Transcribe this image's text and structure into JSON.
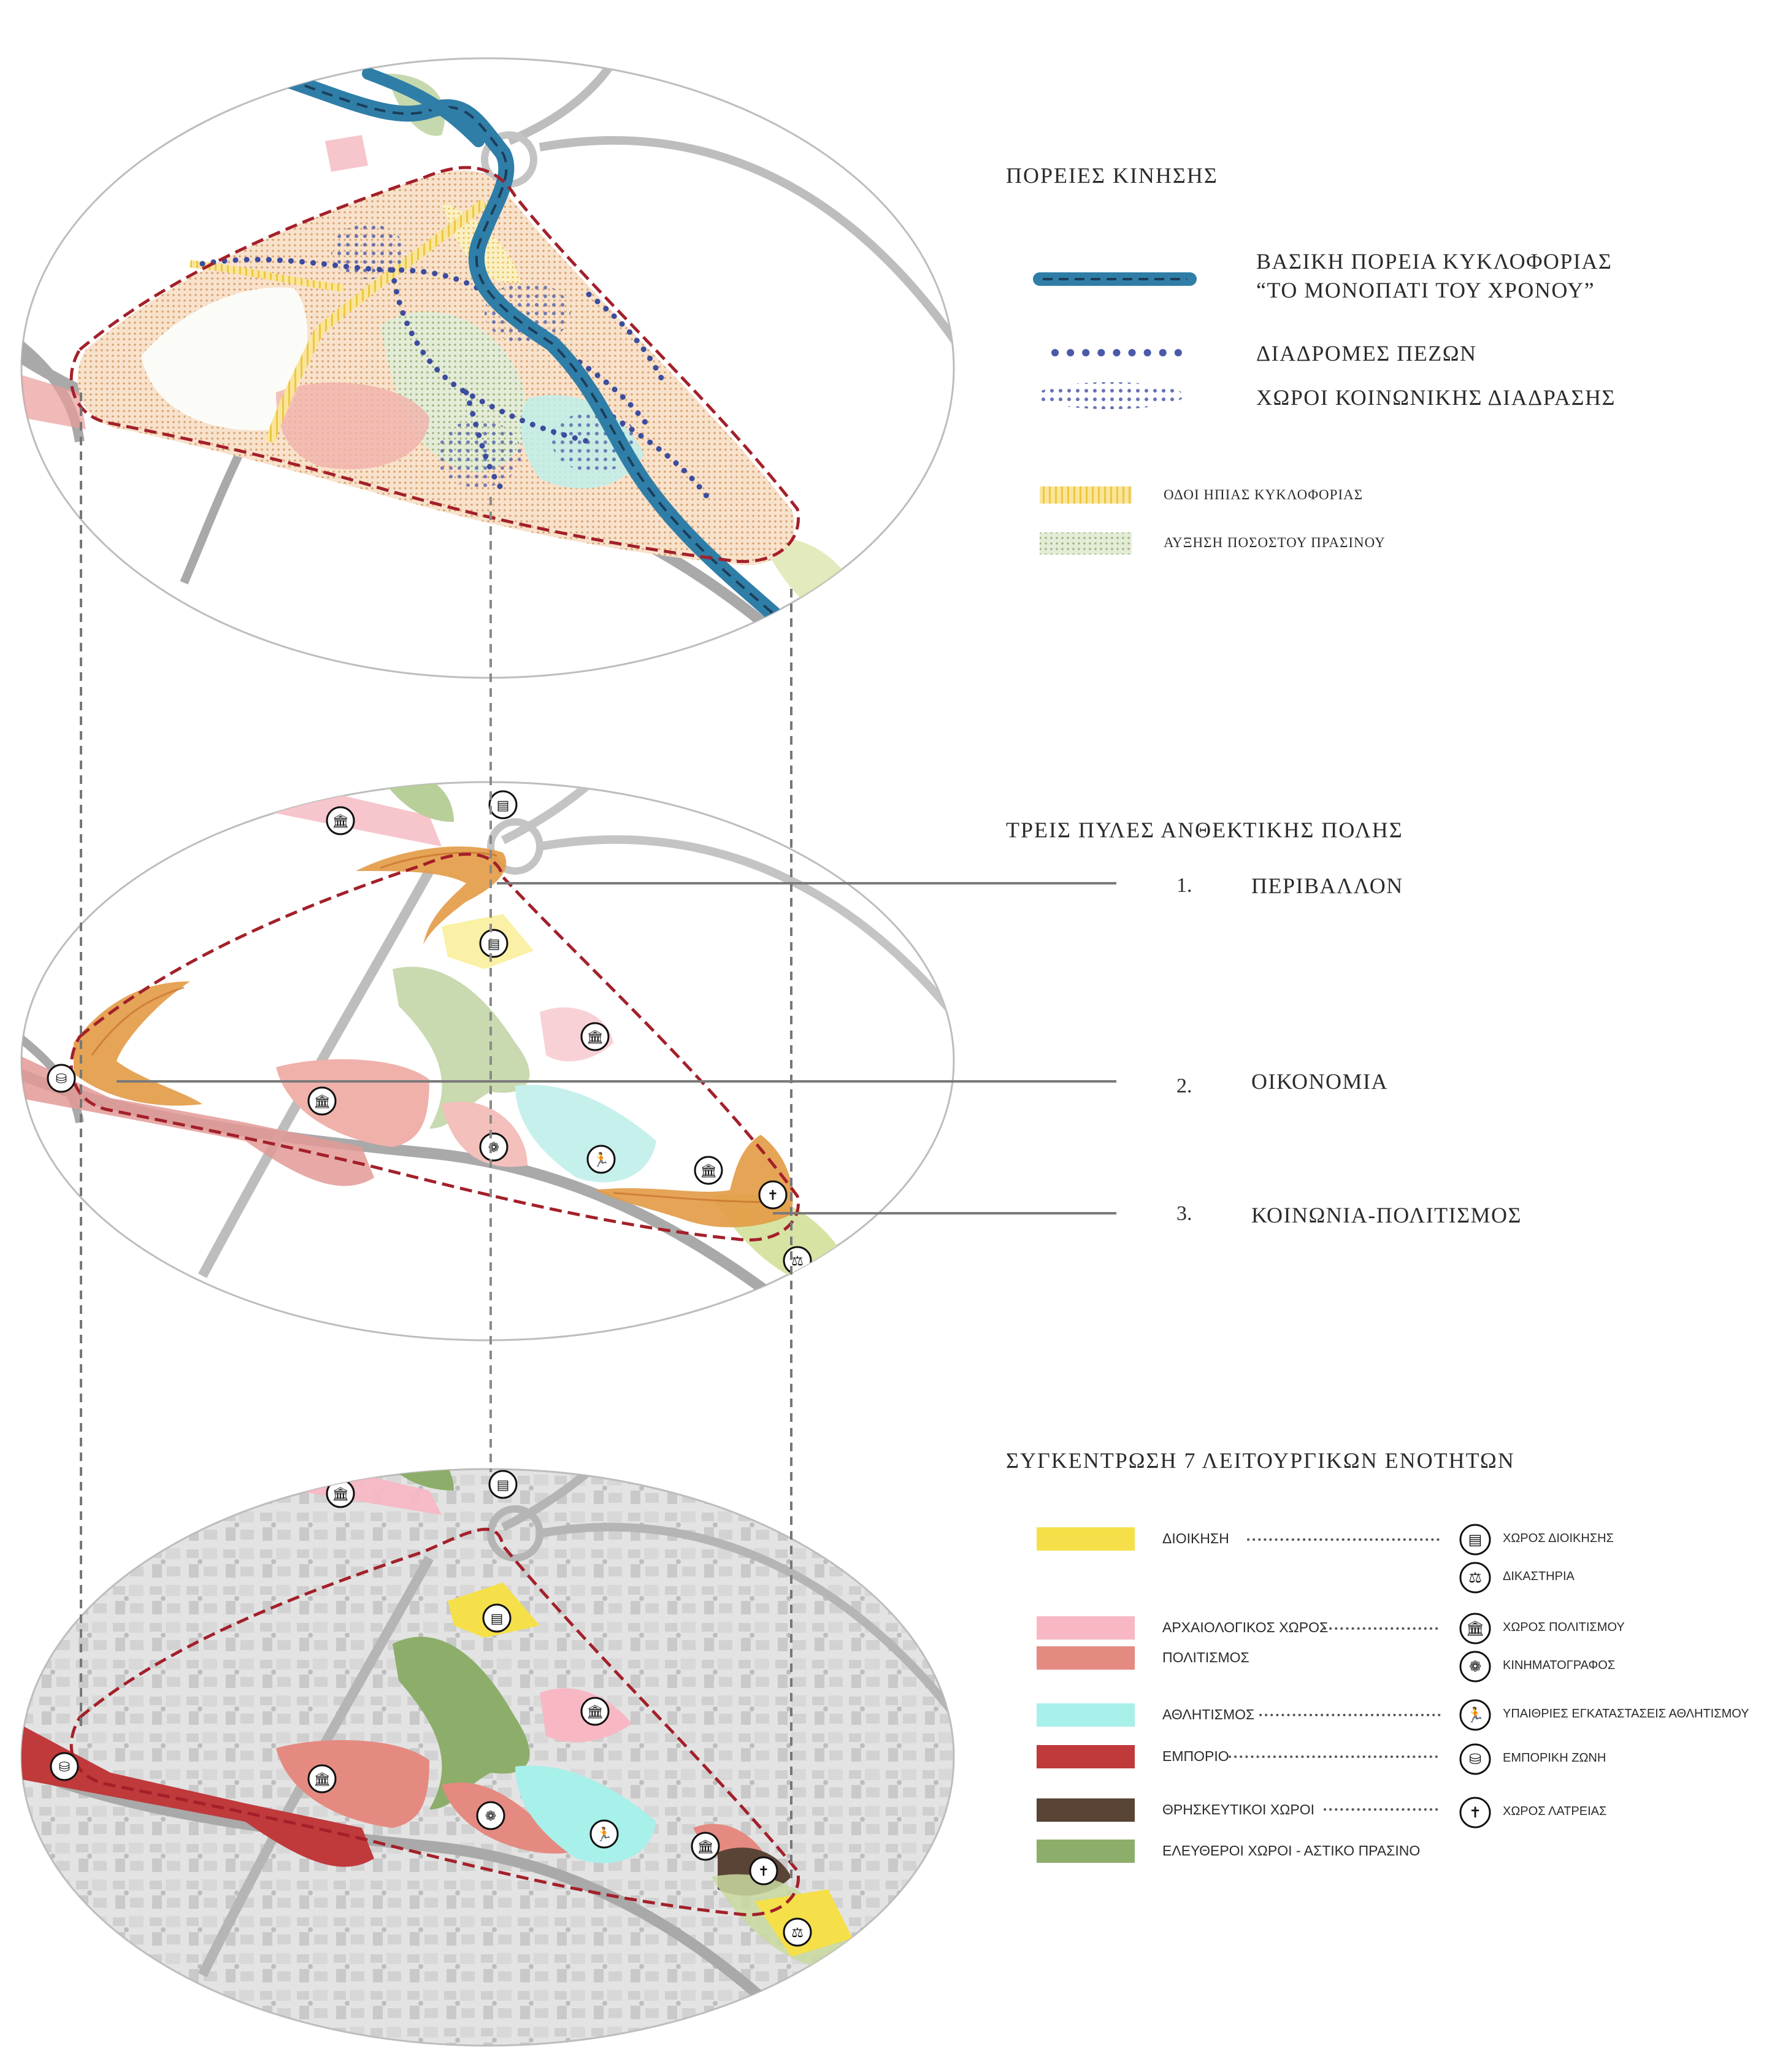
{
  "panel1": {
    "title": "ΠΟΡΕΙΕΣ ΚΙΝΗΣΗΣ",
    "legend": {
      "main_route": {
        "line1": "ΒΑΣΙΚΗ ΠΟΡΕΙΑ ΚΥΚΛΟΦΟΡΙΑΣ",
        "line2": "“ΤΟ ΜΟΝΟΠΑΤΙ ΤΟΥ ΧΡΟΝΟΥ”"
      },
      "pedestrian": "ΔΙΑΔΡΟΜΕΣ ΠΕΖΩΝ",
      "social": "ΧΩΡΟΙ ΚΟΙΝΩΝΙΚΗΣ ΔΙΑΔΡΑΣΗΣ",
      "calm": "ΟΔΟΙ ΗΠΙΑΣ ΚΥΚΛΟΦΟΡΙΑΣ",
      "green": "ΑΥΞΗΣΗ ΠΟΣΟΣΤΟΥ ΠΡΑΣΙΝΟΥ"
    }
  },
  "panel2": {
    "title": "ΤΡΕΙΣ ΠΥΛΕΣ ΑΝΘΕΚΤΙΚΗΣ ΠΟΛΗΣ",
    "gates": [
      {
        "num": "1.",
        "label": "ΠΕΡΙΒΑΛΛΟΝ"
      },
      {
        "num": "2.",
        "label": "ΟΙΚΟΝΟΜΙΑ"
      },
      {
        "num": "3.",
        "label": "ΚΟΙΝΩΝΙΑ-ΠΟΛΙΤΙΣΜΟΣ"
      }
    ]
  },
  "panel3": {
    "title": "ΣΥΓΚΕΝΤΡΩΣΗ 7 ΛΕΙΤΟΥΡΓΙΚΩΝ ΕΝΟΤΗΤΩΝ",
    "units": [
      {
        "label": "ΔΙΟΙΚΗΣΗ",
        "color": "#f5e04a"
      },
      {
        "label": "ΑΡΧΑΙΟΛΟΓΙΚΟΣ ΧΩΡΟΣ",
        "color": "#f7b8c4"
      },
      {
        "label": "ΠΟΛΙΤΙΣΜΟΣ",
        "color": "#e58a80"
      },
      {
        "label": "ΑΘΛΗΤΙΣΜΟΣ",
        "color": "#a8f0ea"
      },
      {
        "label": "ΕΜΠΟΡΙΟ",
        "color": "#c0393b"
      },
      {
        "label": "ΘΡΗΣΚΕΥΤΙΚΟΙ ΧΩΡΟΙ",
        "color": "#5a4436"
      },
      {
        "label": "ΕΛΕΥΘΕΡΟΙ ΧΩΡΟΙ - ΑΣΤΙΚΟ ΠΡΑΣΙΝΟ",
        "color": "#8cae6a"
      }
    ],
    "facilities": [
      {
        "label": "ΧΩΡΟΣ ΔΙΟΙΚΗΣΗΣ",
        "icon": "building-icon"
      },
      {
        "label": "ΔΙΚΑΣΤΗΡΙΑ",
        "icon": "gavel-icon"
      },
      {
        "label": "ΧΩΡΟΣ ΠΟΛΙΤΙΣΜΟΥ",
        "icon": "museum-icon"
      },
      {
        "label": "ΚΙΝΗΜΑΤΟΓΡΑΦΟΣ",
        "icon": "film-reel-icon"
      },
      {
        "label": "ΥΠΑΙΘΡΙΕΣ ΕΓΚΑΤΑΣΤΑΣΕΙΣ ΑΘΛΗΤΙΣΜΟΥ",
        "icon": "runner-icon"
      },
      {
        "label": "ΕΜΠΟΡΙΚΗ ΖΩΝΗ",
        "icon": "shopping-bag-icon"
      },
      {
        "label": "ΧΩΡΟΣ ΛΑΤΡΕΙΑΣ",
        "icon": "cross-icon"
      }
    ]
  },
  "colors": {
    "river": "#2f7ea8",
    "boundary": "#a3202a",
    "road": "#9a9a9a",
    "gate": "#e39a45"
  }
}
